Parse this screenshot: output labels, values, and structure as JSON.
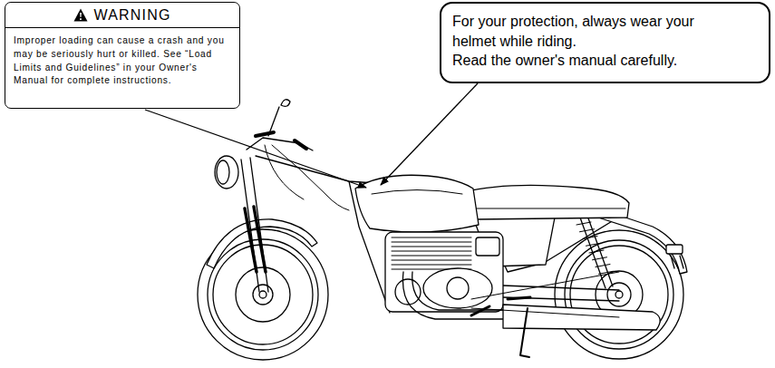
{
  "diagram": {
    "nodes": [
      {
        "text": [
          "WARNING",
          "Improper loading can cause a crash and you may be seriously hurt or killed. See “Load Limits and Guidelines” in your Owner's Manual for complete instructions."
        ]
      },
      {
        "text": [
          "For your protection, always wear your helmet while riding.",
          "Read the owner's manual carefully."
        ]
      }
    ]
  }
}
